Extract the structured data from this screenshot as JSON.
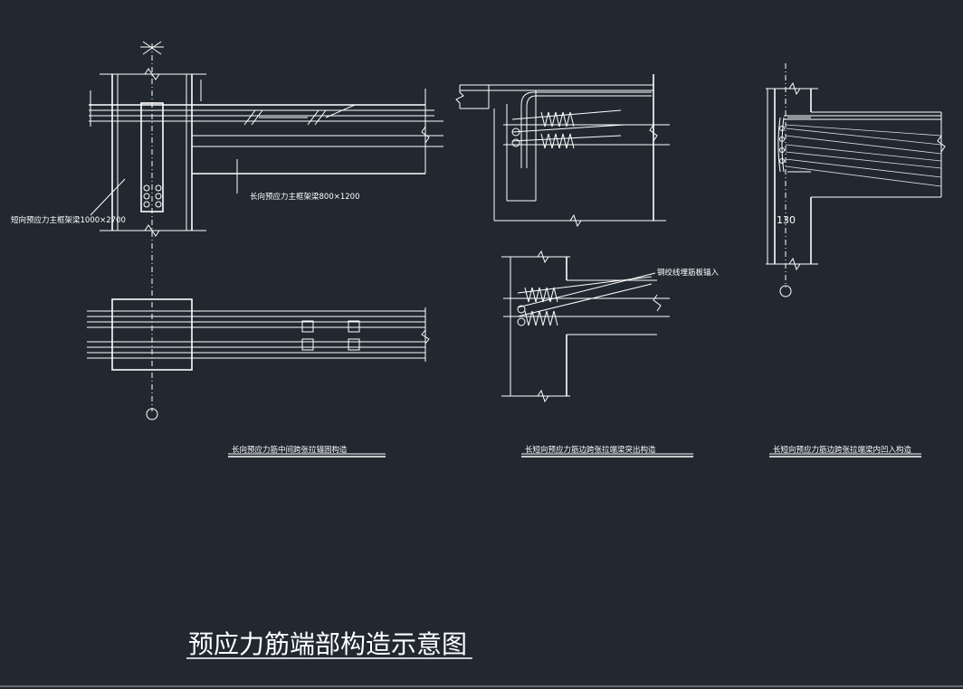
{
  "drawing": {
    "main_title": "预应力筋端部构造示意图",
    "colors": {
      "background": "#212830",
      "lines": "#ffffff"
    },
    "details": [
      {
        "id": "detail-1",
        "caption": "长向预应力筋中间跨张拉锚固构造",
        "annotations": {
          "transverse_beam": "短向预应力主框架梁1000×2700",
          "longitudinal_beam": "长向预应力主框架梁800×1200"
        }
      },
      {
        "id": "detail-2",
        "caption": "长短向预应力筋边跨张拉端梁突出构造",
        "annotations": {
          "anchor_note": "钢绞线埋筋板锚入"
        }
      },
      {
        "id": "detail-3",
        "caption": "长短向预应力筋边跨张拉端梁内凹入构造",
        "annotations": {
          "dimension": "130"
        }
      }
    ]
  }
}
